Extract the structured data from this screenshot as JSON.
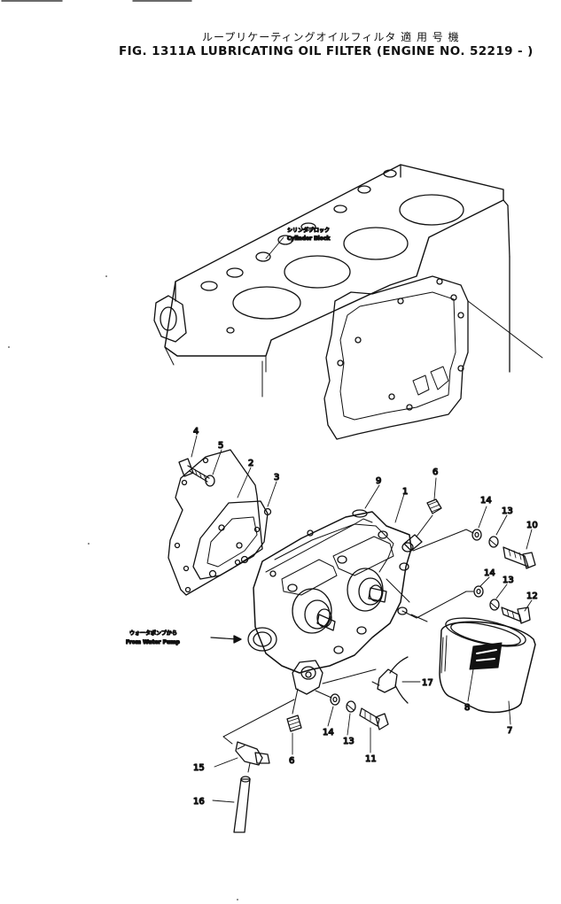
{
  "header": {
    "title_jp": "ループリケーティングオイルフィルタ 適 用 号 機",
    "title_en": "FIG. 1311A  LUBRICATING OIL FILTER (ENGINE NO. 52219 - )"
  },
  "notes": {
    "cylinder_block_jp": "シリンダブロック",
    "cylinder_block_en": "Cylinder Block",
    "water_pump_jp": "ウォータポンプから",
    "water_pump_en": "From Water Pump"
  },
  "callouts": {
    "p1": "1",
    "p2": "2",
    "p3": "3",
    "p4": "4",
    "p5": "5",
    "p6a": "6",
    "p6b": "6",
    "p7": "7",
    "p8": "8",
    "p9": "9",
    "p10": "10",
    "p11": "11",
    "p12": "12",
    "p13a": "13",
    "p13b": "13",
    "p13c": "13",
    "p14a": "14",
    "p14b": "14",
    "p14c": "14",
    "p15": "15",
    "p16": "16",
    "p17": "17"
  },
  "colors": {
    "ink": "#111111",
    "paper": "#ffffff"
  }
}
